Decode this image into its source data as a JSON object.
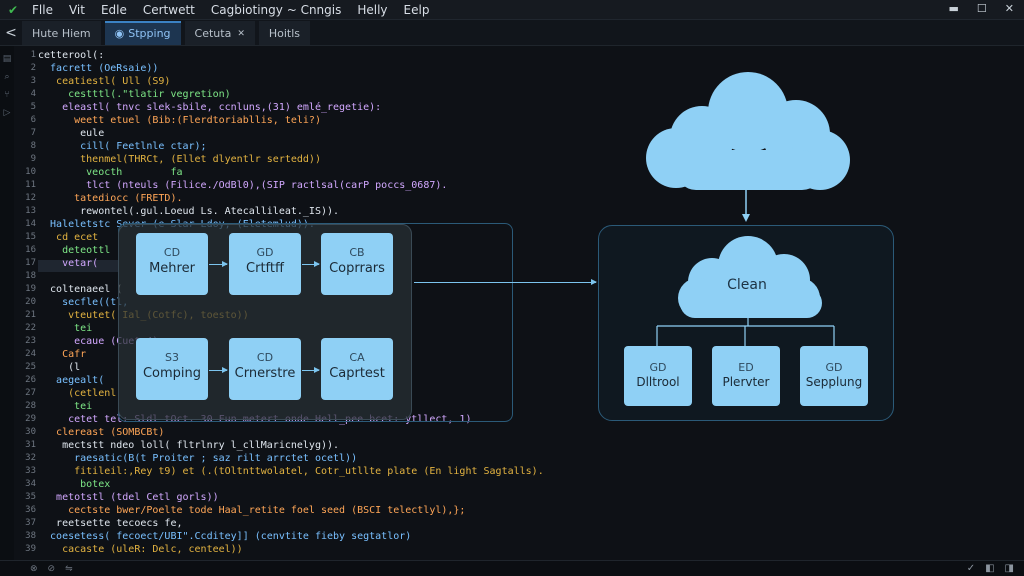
{
  "menubar": {
    "items": [
      "Flle",
      "Vit",
      "Edle",
      "Certwett",
      "Cagbiotingy ~ Cnngis",
      "Helly",
      "Eelp"
    ]
  },
  "tabs": {
    "back": "<",
    "items": [
      {
        "label": "Hute Hiem"
      },
      {
        "label": "Stpping"
      },
      {
        "label": "Cetuta"
      },
      {
        "label": "Hoitls"
      }
    ]
  },
  "editor": {
    "line_numbers": [
      "1",
      "2",
      "3",
      "4",
      "5",
      "6",
      "7",
      "8",
      "9",
      "10",
      "11",
      "12",
      "13",
      "14",
      "15",
      "16",
      "17",
      "18",
      "19",
      "20",
      "21",
      "22",
      "23",
      "24",
      "25",
      "26",
      "27",
      "28",
      "29",
      "30",
      "31",
      "32",
      "33",
      "34",
      "35",
      "36",
      "37",
      "38",
      "39"
    ],
    "lines": [
      "cetterool(:",
      "  facrett (OeRsaie))",
      "   ceatiestl( Ull (S9)",
      "     cestttl(.\"tlatir vegretion)",
      "    eleastl( tnvc slek-sbile, ccnluns,(31) emlé_regetie):",
      "      weett etuel (Bib:(Flerdtoriabllis, teli?)",
      "       eule",
      "       cill( Feetlnle ctar);",
      "       thenmel(THRCt, (Ellet dlyentlr sertedd))",
      "        veocth        fa",
      "        tlct (nteuls (Filice./OdBl0),(SIP ractlsal(carP poccs_0687).",
      "      tatediocc (FRETD).",
      "       rewontel(.gul.Loeud Ls. Atecallileat._IS)).",
      "  Haleletstc Sever (e Slar Ldoy, (Eletemlud)).",
      "   cd ecet",
      "    deteottl",
      "    vetar(",
      "",
      "  coltenaeel (",
      "    secfle((tl,",
      "     vteutet( Ial_(Cotfc), toesto))",
      "      tei",
      "      ecaue (Cuet.4)",
      "    Cafr",
      "     (l",
      "   aegealt(",
      "     (cetlenl",
      "      tei",
      "     cetet tel: Sldl tOct. 30 Fun metert onde Hell_pee bcet: ytllect, 1)",
      "   clereast (SOMBCBt)",
      "    mectstt ndeo loll( fltrlnry l_cllMaricnelyg)).",
      "      raesatic(B(t Proiter ; saz rilt arrctet ocetl))",
      "      fitileil:,Rey t9) et (.(tOltnttwolatel, Cotr_utllte plate (En light Sagtalls).",
      "       botex",
      "   metotstl (tdel Cetl gorls))",
      "     cectste bwer/Poelte tode Haal_retite foel seed (BSCI telectlyl),};",
      "   reetsette tecoecs fe,",
      "  coesetess( fecoect/UBI\".Ccditey]] (cenvtite fieby segtatlor)",
      "    cacaste (uleR: Delc, centeel))"
    ]
  },
  "pipeline": {
    "top_row": [
      {
        "code": "CD",
        "label": "Mehrer"
      },
      {
        "code": "GD",
        "label": "Crtftff"
      },
      {
        "code": "CB",
        "label": "Coprrars"
      }
    ],
    "bottom_row": [
      {
        "code": "S3",
        "label": "Comping"
      },
      {
        "code": "CD",
        "label": "Crnerstre"
      },
      {
        "code": "CA",
        "label": "Caprtest"
      }
    ]
  },
  "cloud": {
    "label": "Clean",
    "nodes": [
      {
        "code": "GD",
        "label": "Dlltrool"
      },
      {
        "code": "ED",
        "label": "Plervter"
      },
      {
        "code": "GD",
        "label": "Sepplung"
      }
    ]
  },
  "status": {
    "left": [
      "⊗",
      "⊘",
      "⇋"
    ],
    "right": [
      "✓",
      "◧",
      "◨"
    ]
  },
  "colors": {
    "accent": "#3b82c4",
    "node_fill": "#8fd0f5",
    "cloud_fill": "#8fd0f5",
    "panel_border": "#2b5a78"
  }
}
